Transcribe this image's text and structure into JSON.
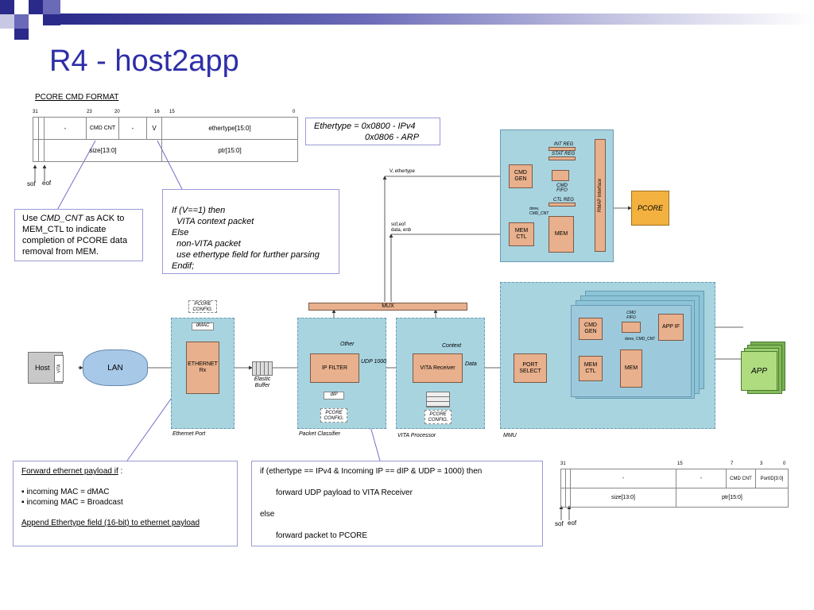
{
  "slide": {
    "title": "R4 - host2app"
  },
  "format_top": {
    "heading": "PCORE CMD FORMAT",
    "bits": [
      "31",
      "23",
      "20",
      "16",
      "15",
      "0"
    ],
    "row1": [
      "-",
      "CMD CNT",
      "-",
      "V",
      "ethertype[15:0]"
    ],
    "row2": [
      "size[13:0]",
      "ptr[15:0]"
    ],
    "sof": "sof",
    "eof": "eof"
  },
  "ethertype_note": {
    "line1": "Ethertype = 0x0800  - IPv4",
    "line2": "0x0806 - ARP"
  },
  "cmdcnt_note": {
    "pre": "Use ",
    "em": "CMD_CNT",
    "post": " as ACK to MEM_CTL to indicate completion of PCORE data removal from MEM."
  },
  "vita_note": [
    "If (V==1) then",
    "  VITA context packet",
    "Else",
    "  non-VITA packet",
    "  use ethertype field for further parsing",
    "Endif;"
  ],
  "pcore_box": {
    "cmd_gen": "CMD GEN",
    "int_reg": "INT REG",
    "stat_reg": "STAT REG",
    "cmd_fifo": "CMD FIFO",
    "ctl_reg": "CTL REG",
    "done": "done, CMD_CNT",
    "mem_ctl": "MEM CTL",
    "mem": "MEM",
    "rmap": "RMAP Interface",
    "pcore": "PCORE"
  },
  "signals": {
    "v_ethertype": "V, ethertype",
    "sof_eof": "sof,eof",
    "data_enb": "data, enb"
  },
  "mux": "MUX",
  "ethernet_port": {
    "pcore_config": "PCORE CONFIG.",
    "dmac": "dMAC",
    "eth_rx": "ETHERNET Rx",
    "label": "Ethernet Port"
  },
  "host": {
    "host": "Host",
    "vita": "VITA",
    "lan": "LAN"
  },
  "elastic": "Elastic Buffer",
  "packet_classifier": {
    "ip_filter": "IP FILTER",
    "udp": "UDP 1000",
    "other": "Other",
    "dip": "dIP",
    "pcore_config": "PCORE CONFIG.",
    "label": "Packet Classifier"
  },
  "vita_processor": {
    "receiver": "VITA Receiver",
    "context": "Context",
    "data": "Data",
    "pcore_config": "PCORE CONFIG.",
    "label": "VITA Processor"
  },
  "mmu": {
    "port_select": "PORT SELECT",
    "cmd_gen": "CMD GEN",
    "cmd_fifo": "CMD FIFO",
    "done": "done, CMD_CNT",
    "app_if": "APP IF",
    "mem_ctl": "MEM CTL",
    "mem": "MEM",
    "label": "MMU",
    "app": "APP"
  },
  "forward_note": {
    "title": "Forward ethernet payload if",
    "colon": " :",
    "item1": "▪ incoming MAC = dMAC",
    "item2": "▪ incoming MAC = Broadcast",
    "append": "Append Ethertype field (16-bit) to ethernet payload"
  },
  "if_note": {
    "l1": "if (ethertype == IPv4 & Incoming IP == dIP & UDP = 1000) then",
    "l2": "forward UDP payload to VITA Receiver",
    "l3": "else",
    "l4": "forward packet to PCORE"
  },
  "format_bottom": {
    "bits": [
      "31",
      "15",
      "7",
      "3",
      "0"
    ],
    "row1": [
      "-",
      "-",
      "CMD CNT",
      "PortID[3:0]"
    ],
    "row2": [
      "size[13:0]",
      "ptr[15:0]"
    ],
    "sof": "sof",
    "eof": "eof"
  }
}
